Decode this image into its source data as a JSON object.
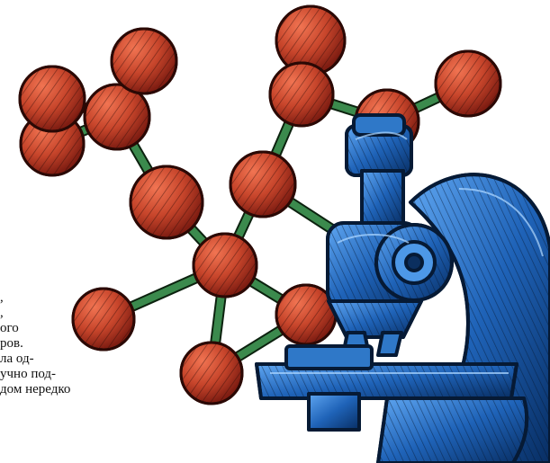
{
  "text_fragment": {
    "lines": [
      ",",
      ",",
      "ого",
      "ров.",
      "ла  од-",
      "учно под-",
      "дом нередко",
      "",
      "",
      "",
      "",
      ""
    ]
  },
  "colors": {
    "atom_red": "#c7452b",
    "atom_dark": "#4a120b",
    "bond_green": "#3b8a4d",
    "microscope_blue": "#1f63b8",
    "microscope_dark": "#08254a",
    "background": "#ffffff"
  },
  "icons": {
    "illustration": "molecule-and-microscope"
  }
}
